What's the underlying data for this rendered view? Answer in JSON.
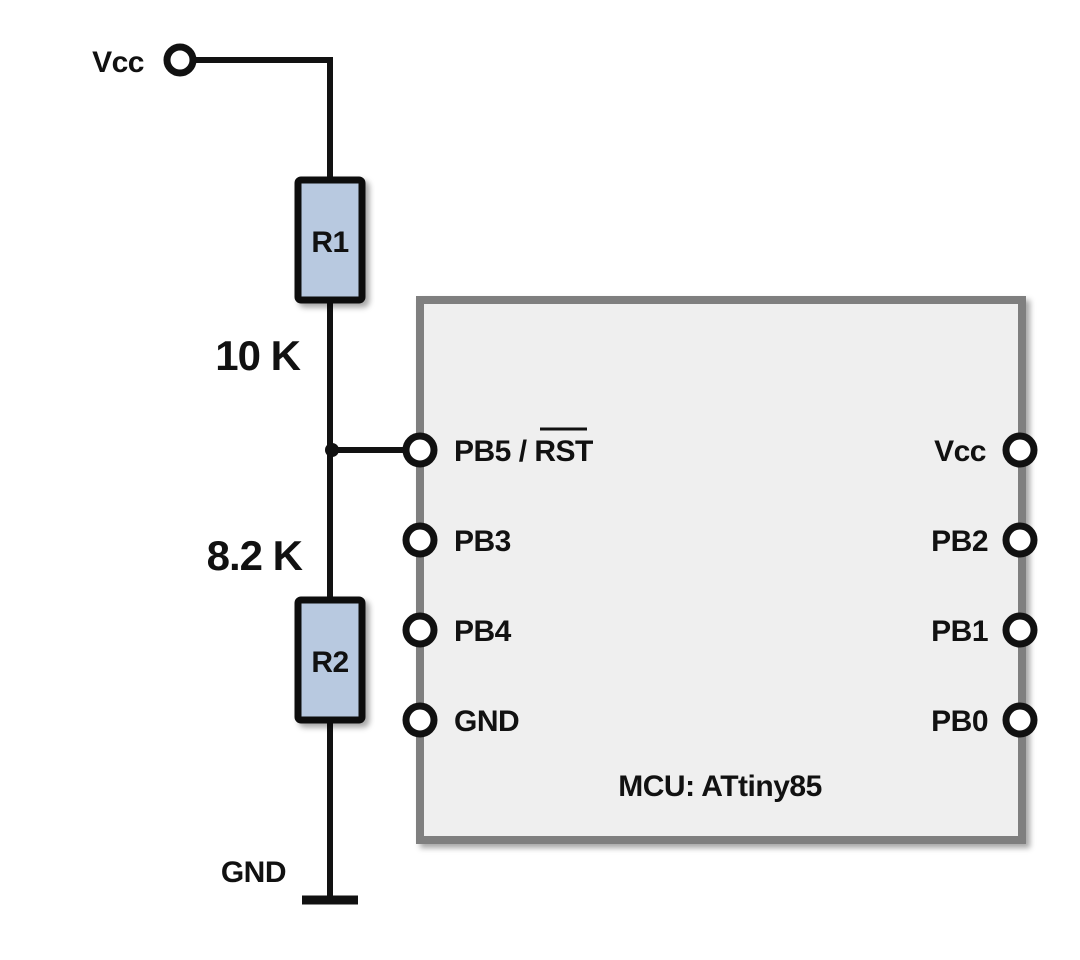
{
  "colors": {
    "wire": "#111111",
    "resistor_fill": "#b8c9e0",
    "value_label": "#2f5f91",
    "mcu_fill": "#efefef",
    "mcu_border": "#7f7f7f"
  },
  "supply": {
    "vcc_label": "Vcc",
    "gnd_label": "GND"
  },
  "resistors": {
    "r1": {
      "name": "R1",
      "value": "10 K"
    },
    "r2": {
      "name": "R2",
      "value": "8.2 K"
    }
  },
  "mcu": {
    "title": "MCU: ATtiny85",
    "left_pins": {
      "pb5_prefix": "PB5 / ",
      "pb5_rst": "RST",
      "pb3": "PB3",
      "pb4": "PB4",
      "gnd": "GND"
    },
    "right_pins": {
      "vcc": "Vcc",
      "pb2": "PB2",
      "pb1": "PB1",
      "pb0": "PB0"
    }
  }
}
